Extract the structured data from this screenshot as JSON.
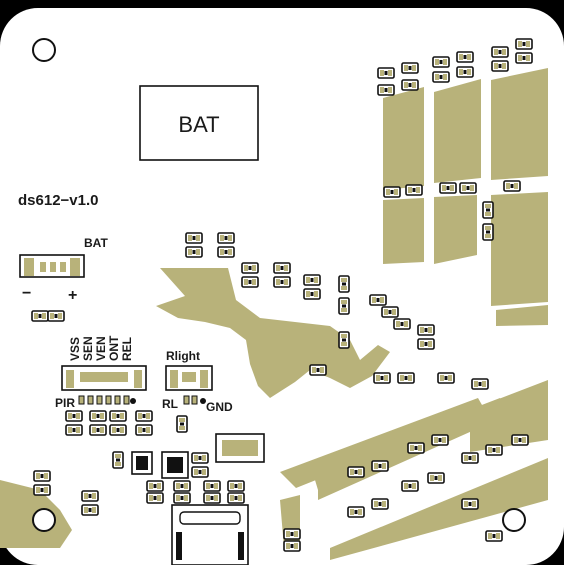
{
  "board": {
    "title": "ds612−v1.0",
    "bat_box_label": "BAT",
    "bat_connector_label": "BAT",
    "bat_minus": "−",
    "bat_plus": "+",
    "main_header_pins": [
      "VSS",
      "SEN",
      "VEN",
      "ONT",
      "REL"
    ],
    "pir_label": "PIR",
    "rlight_label": "Rlight",
    "rl_label": "RL",
    "gnd_label": "GND"
  },
  "colors": {
    "background": "#000000",
    "board": "#ffffff",
    "copper": "#b8b27a",
    "silkscreen": "#1a1a1a"
  }
}
